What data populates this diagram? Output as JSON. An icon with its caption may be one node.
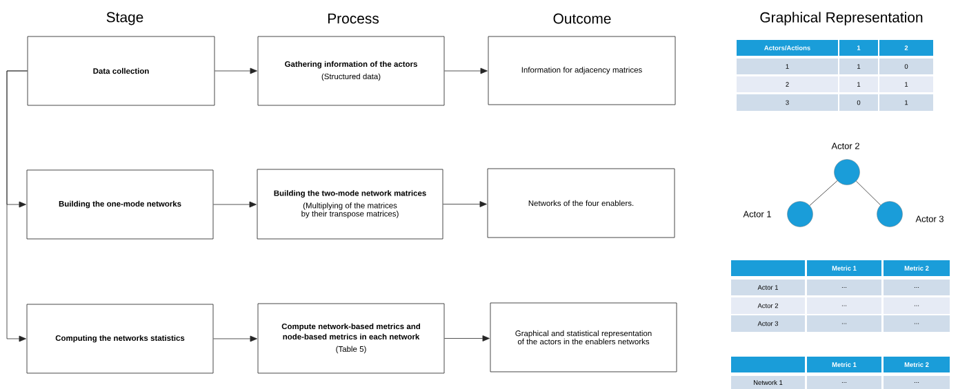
{
  "diagram": {
    "nodes": [
      {
        "text": [
          "Data collection"
        ]
      },
      {
        "text": [
          "Gathering information of the actors",
          "(Structured data)"
        ]
      },
      {
        "text": [
          "Information for adjacency matrices"
        ]
      },
      {
        "text": [
          "Building the one-mode networks"
        ]
      },
      {
        "text": [
          "Building the two-mode network matrices",
          "(Multiplying of the matrices by their transpose matrices)"
        ]
      },
      {
        "text": [
          "Networks of the four enablers."
        ]
      },
      {
        "text": [
          "Computing the networks statistics"
        ]
      },
      {
        "text": [
          "Compute network-based metrics and node-based metrics in each network",
          "(Table 5)"
        ]
      },
      {
        "text": [
          "Graphical and statistical representation of the actors in the enablers networks"
        ]
      },
      {
        "text": [],
        "shape": "circle",
        "beside": [
          "Actor 1"
        ]
      },
      {
        "text": [],
        "shape": "circle",
        "beside": [
          "Actor 2"
        ]
      },
      {
        "text": [],
        "shape": "circle",
        "beside": [
          "Actor 3"
        ]
      }
    ],
    "edges": [
      {
        "from": 0,
        "to": 1,
        "arrow": "to"
      },
      {
        "from": 1,
        "to": 2,
        "arrow": "to"
      },
      {
        "from": 0,
        "to": 3,
        "arrow": "to"
      },
      {
        "from": 0,
        "to": 6,
        "arrow": "to"
      },
      {
        "from": 3,
        "to": 4,
        "arrow": "to"
      },
      {
        "from": 4,
        "to": 5,
        "arrow": "to"
      },
      {
        "from": 6,
        "to": 7,
        "arrow": "to"
      },
      {
        "from": 7,
        "to": 8,
        "arrow": "to"
      },
      {
        "from": 10,
        "to": 9,
        "arrow": "none"
      },
      {
        "from": 10,
        "to": 11,
        "arrow": "none"
      }
    ],
    "labels": [
      "Stage",
      "Process",
      "Outcome",
      "Graphical Representation",
      "Actors/Actions",
      "1",
      "2",
      "1",
      "1",
      "0",
      "2",
      "1",
      "1",
      "3",
      "0",
      "1",
      "Metric 1",
      "Metric 2",
      "Actor 1",
      "...",
      "...",
      "Actor 2",
      "...",
      "...",
      "Actor 3",
      "...",
      "...",
      "Metric 1",
      "Metric 2",
      "Network 1",
      "...",
      "..."
    ]
  }
}
